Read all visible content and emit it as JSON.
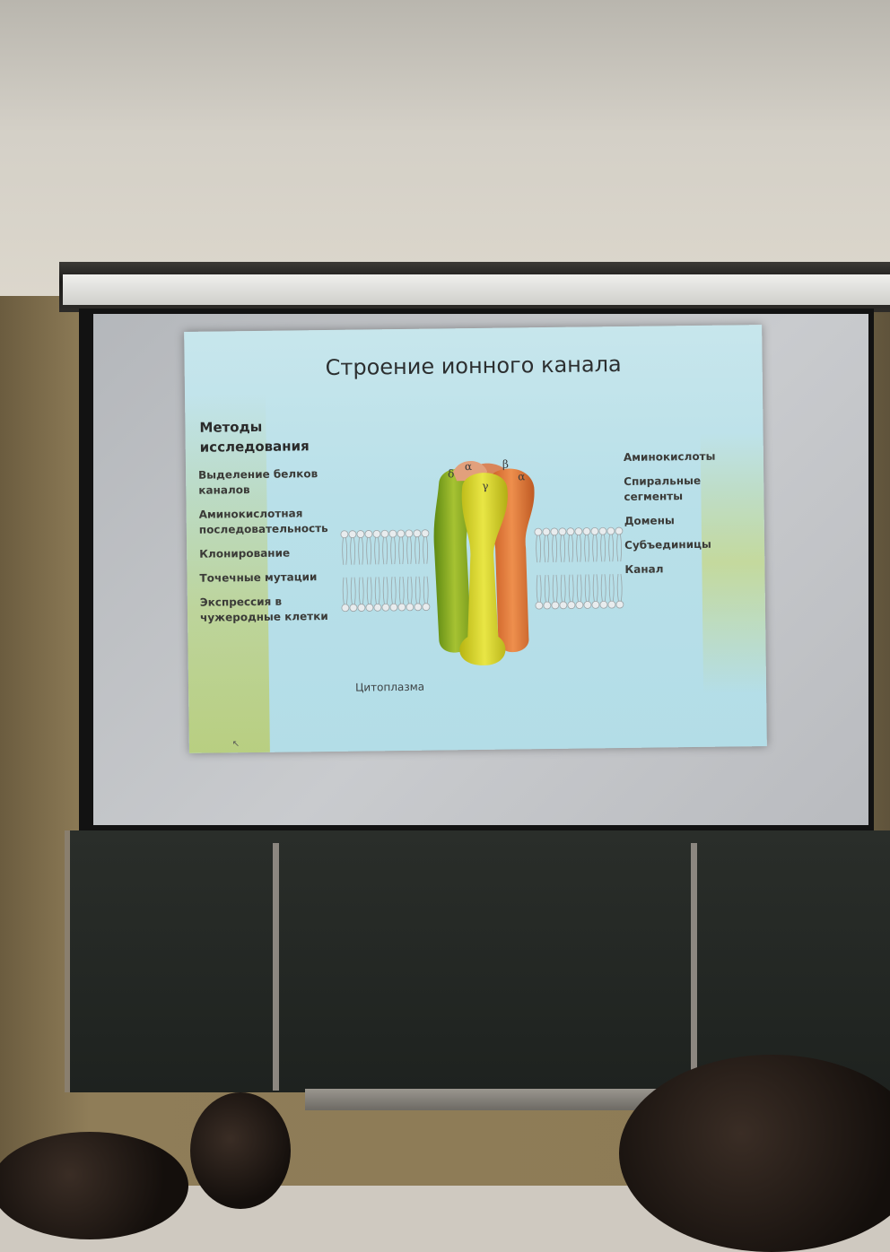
{
  "slide": {
    "title": "Строение ионного канала",
    "methods_heading": "Методы исследования",
    "methods": [
      "Выделение белков каналов",
      "Аминокислотная последовательность",
      "Клонирование",
      "Точечные мутации",
      "Экспрессия в чужеродные клетки"
    ],
    "structure_levels": [
      "Аминокислоты",
      "Спиральные сегменты",
      "Домены",
      "Субъединицы",
      "Канал"
    ],
    "cytoplasm_label": "Цитоплазма",
    "subunit_labels": {
      "delta": "δ",
      "alpha_left": "α",
      "beta": "β",
      "alpha_right": "α",
      "gamma": "γ"
    }
  },
  "colors": {
    "slide_background": "#b9e0e9",
    "subunit_green": "#8fb02a",
    "subunit_yellow": "#d8d62a",
    "subunit_orange": "#e07a3a",
    "membrane": "#e8ecee"
  }
}
